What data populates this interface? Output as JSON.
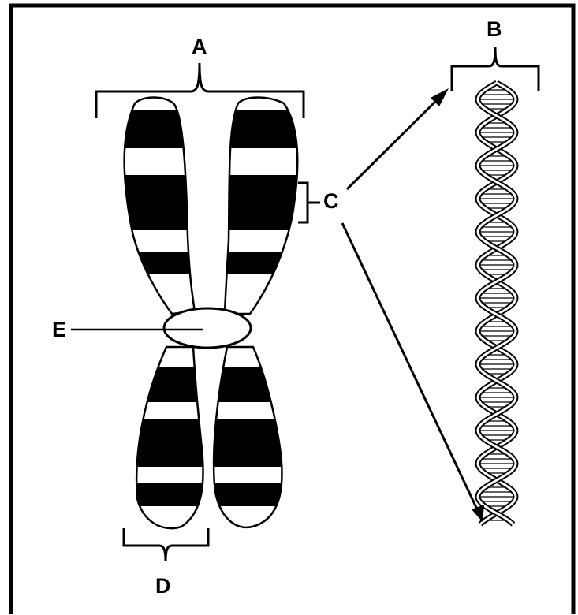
{
  "diagram": {
    "labels": {
      "a": "A",
      "b": "B",
      "c": "C",
      "d": "D",
      "e": "E"
    },
    "colors": {
      "ink": "#000000",
      "background": "#ffffff"
    }
  }
}
